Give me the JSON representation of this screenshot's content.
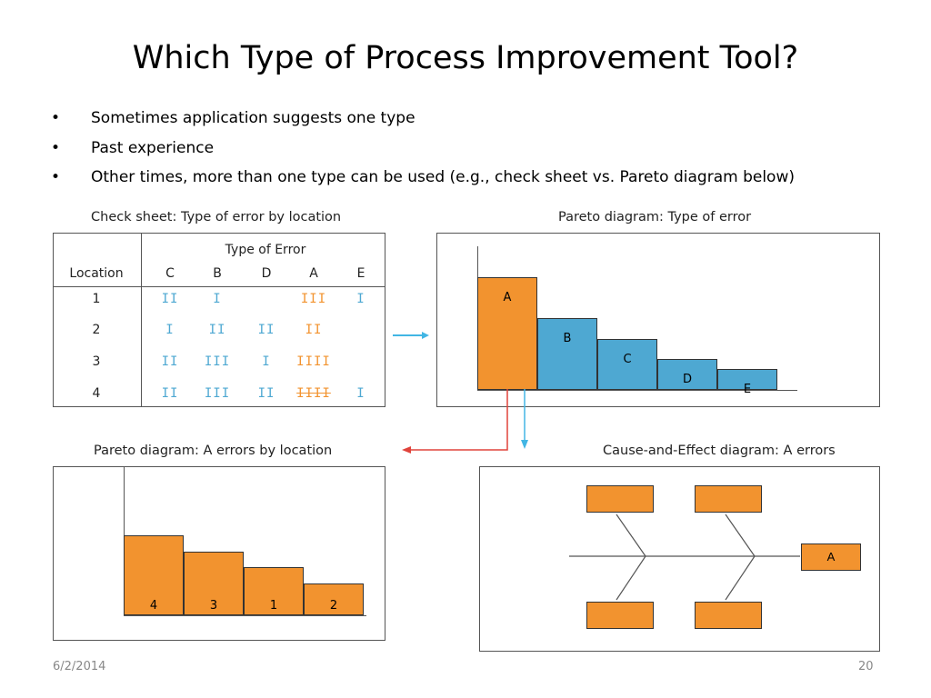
{
  "slide": {
    "title": "Which Type of Process Improvement Tool?",
    "bullets": [
      "Sometimes application suggests one type",
      "Past experience",
      "Other times, more than one type can be used (e.g., check sheet vs. Pareto diagram below)"
    ],
    "footer_date": "6/2/2014",
    "page_number": "20"
  },
  "colors": {
    "orange": "#f2932f",
    "blue": "#4ea8d2",
    "arrow_red": "#e0433b",
    "arrow_blue": "#42b6e4"
  },
  "check_sheet": {
    "caption": "Check sheet: Type of error by location",
    "group_header": "Type of Error",
    "location_header": "Location",
    "columns": [
      "C",
      "B",
      "D",
      "A",
      "E"
    ],
    "rows": [
      {
        "location": "1",
        "tallies": [
          "II",
          "I",
          "",
          "III",
          "I"
        ]
      },
      {
        "location": "2",
        "tallies": [
          "I",
          "II",
          "II",
          "II",
          ""
        ]
      },
      {
        "location": "3",
        "tallies": [
          "II",
          "III",
          "I",
          "IIII",
          ""
        ]
      },
      {
        "location": "4",
        "tallies": [
          "II",
          "III",
          "II",
          "IIII",
          "I"
        ]
      }
    ]
  },
  "pareto_type": {
    "caption": "Pareto diagram: Type of error",
    "categories": [
      "A",
      "B",
      "C",
      "D",
      "E"
    ],
    "values": [
      11,
      7,
      5,
      3,
      2
    ]
  },
  "pareto_location": {
    "caption": "Pareto diagram: A errors by location",
    "categories": [
      "4",
      "3",
      "1",
      "2"
    ],
    "values": [
      5,
      4,
      3,
      2
    ]
  },
  "cause_effect": {
    "caption": "Cause-and-Effect diagram: A errors",
    "effect": "A"
  }
}
